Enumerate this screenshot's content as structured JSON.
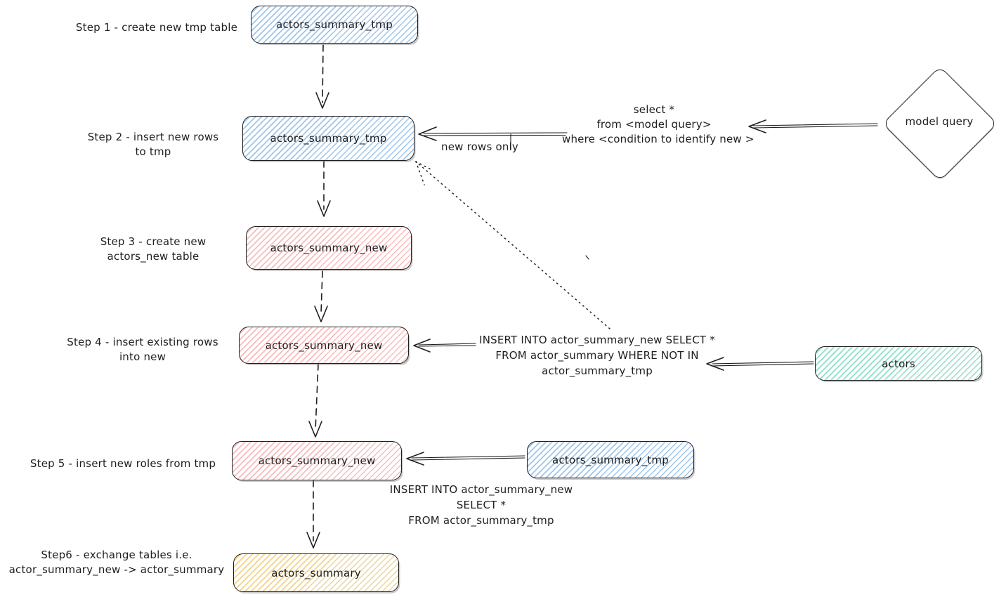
{
  "colors": {
    "stroke": "#1e1e1e",
    "blue_fill": "#a5d8ff",
    "red_fill": "#ffc9c9",
    "green_fill": "#96f2d7",
    "yellow_fill": "#ffd43b",
    "background": "#ffffff"
  },
  "steps": [
    {
      "label": [
        "Step 1 - create new tmp table"
      ],
      "node": "actors_summary_tmp",
      "color": "blue"
    },
    {
      "label": [
        "Step 2 - insert new rows",
        "to tmp"
      ],
      "node": "actors_summary_tmp",
      "color": "blue"
    },
    {
      "label": [
        "Step 3 - create new",
        "actors_new table"
      ],
      "node": "actors_summary_new",
      "color": "red"
    },
    {
      "label": [
        "Step 4 - insert existing rows",
        "into new"
      ],
      "node": "actors_summary_new",
      "color": "red"
    },
    {
      "label": [
        "Step 5 - insert new roles from tmp"
      ],
      "node": "actors_summary_new",
      "color": "red"
    },
    {
      "label": [
        "Step6 - exchange tables i.e.",
        "actor_summary_new -> actor_summary"
      ],
      "node": "actors_summary",
      "color": "yellow"
    }
  ],
  "side_nodes": {
    "model_query": "model query",
    "actors": "actors",
    "actors_summary_tmp": "actors_summary_tmp"
  },
  "annotations": {
    "new_rows_only": "new rows only",
    "select_query": [
      "select *",
      "from <model query>",
      "where <condition to identify new >"
    ],
    "insert_existing": [
      "INSERT INTO actor_summary_new SELECT *",
      "FROM actor_summary WHERE NOT IN",
      "actor_summary_tmp"
    ],
    "insert_from_tmp": [
      "INSERT INTO actor_summary_new",
      "SELECT *",
      "FROM actor_summary_tmp"
    ]
  }
}
